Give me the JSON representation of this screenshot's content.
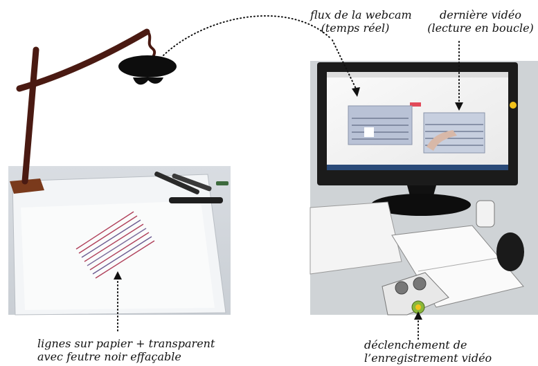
{
  "labels": {
    "webcam_feed": "flux de la webcam",
    "webcam_feed_sub": "(temps réel)",
    "last_video": "dernière vidéo",
    "last_video_sub": "(lecture en boucle)",
    "lines_paper": "lignes sur papier + transparent",
    "lines_paper_sub": "avec feutre noir effaçable",
    "trigger": "déclenchement de",
    "trigger_sub": "l’enregistrement vidéo"
  },
  "colors": {
    "lamp_arm": "#4a1a12",
    "paper": "#f3f5f7",
    "screen_bezel": "#1b1b1b",
    "line_red": "#b0405a",
    "button_green": "#8ab83a",
    "button_yellow": "#f2c21b"
  }
}
